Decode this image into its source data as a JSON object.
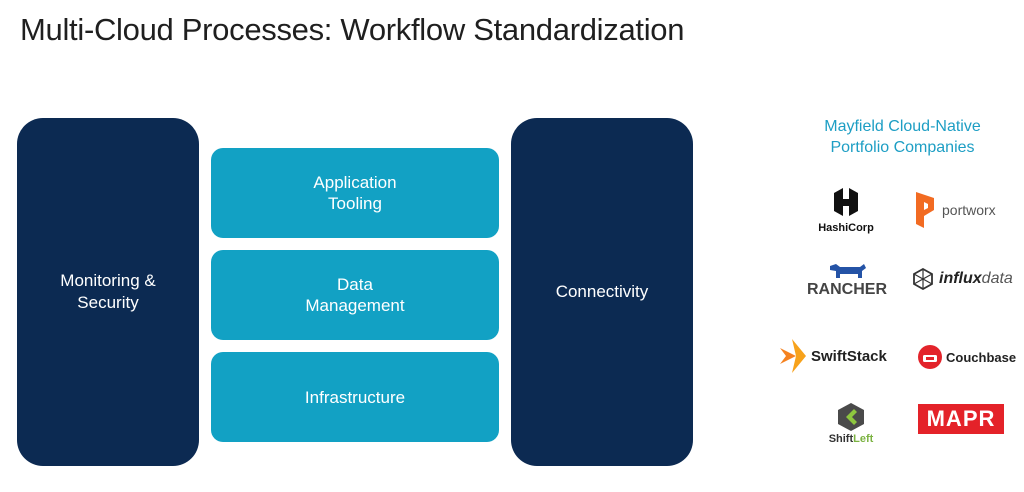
{
  "slide": {
    "title": "Multi-Cloud Processes:  Workflow Standardization"
  },
  "diagram": {
    "left_pillar": {
      "line1": "Monitoring &",
      "line2": "Security"
    },
    "right_pillar": {
      "label": "Connectivity"
    },
    "layers": [
      {
        "line1": "Application",
        "line2": "Tooling"
      },
      {
        "line1": "Data",
        "line2": "Management"
      },
      {
        "line1": "Infrastructure",
        "line2": ""
      }
    ]
  },
  "portfolio": {
    "title_line1": "Mayfield Cloud-Native",
    "title_line2": "Portfolio Companies",
    "logos": [
      {
        "name": "HashiCorp",
        "icon": "hashicorp-icon"
      },
      {
        "name": "portworx",
        "icon": "portworx-icon"
      },
      {
        "name": "RANCHER",
        "icon": "rancher-icon"
      },
      {
        "name_part1": "influx",
        "name_part2": "data",
        "icon": "influxdata-icon"
      },
      {
        "name": "SwiftStack",
        "icon": "swiftstack-icon"
      },
      {
        "name": "Couchbase",
        "icon": "couchbase-icon"
      },
      {
        "name_part1": "Shift",
        "name_part2": "Left",
        "icon": "shiftleft-icon"
      },
      {
        "name": "MAPR",
        "icon": "mapr-icon"
      }
    ]
  },
  "colors": {
    "pillar": "#0c2a52",
    "layer": "#12a1c4",
    "accent_text": "#1d9ec4"
  }
}
